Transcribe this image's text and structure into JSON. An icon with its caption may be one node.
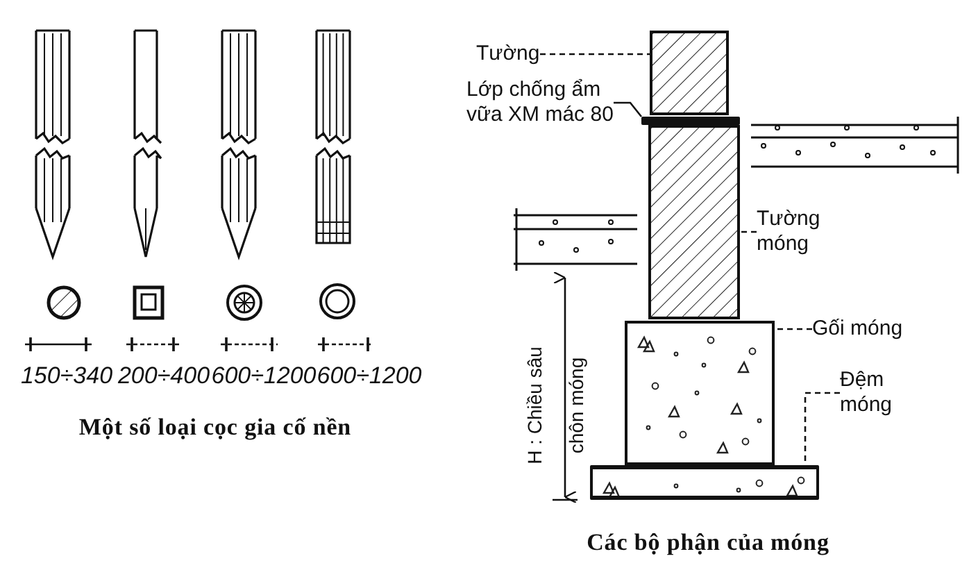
{
  "diagram": {
    "nodes": [
      {
        "text": [
          "Tường"
        ]
      },
      {
        "text": [],
        "shape": "box"
      },
      {
        "text": [
          "Lớp chống ẩm vữa XM mác 80"
        ]
      },
      {
        "text": [],
        "shape": "bar"
      },
      {
        "text": [
          "Tường móng"
        ]
      },
      {
        "text": [],
        "shape": "box"
      },
      {
        "text": [
          "Gối móng"
        ]
      },
      {
        "text": [],
        "shape": "box"
      },
      {
        "text": [
          "Đệm móng"
        ]
      },
      {
        "text": [],
        "shape": "bar"
      }
    ],
    "edges": [
      {
        "from": 0,
        "to": 1,
        "arrow": "none",
        "style": "dashed"
      },
      {
        "from": 2,
        "to": 3,
        "arrow": "none"
      },
      {
        "from": 4,
        "to": 5,
        "arrow": "none",
        "style": "dashed"
      },
      {
        "from": 6,
        "to": 7,
        "arrow": "none",
        "style": "dashed"
      },
      {
        "from": 8,
        "to": 9,
        "arrow": "none",
        "style": "dashed"
      }
    ],
    "labels": [
      "150÷340",
      "200÷400",
      "600÷1200",
      "600÷1200",
      "Một số loại cọc gia cố nền",
      "H : Chiều sâu chôn móng",
      "Các bộ phận của móng"
    ]
  }
}
